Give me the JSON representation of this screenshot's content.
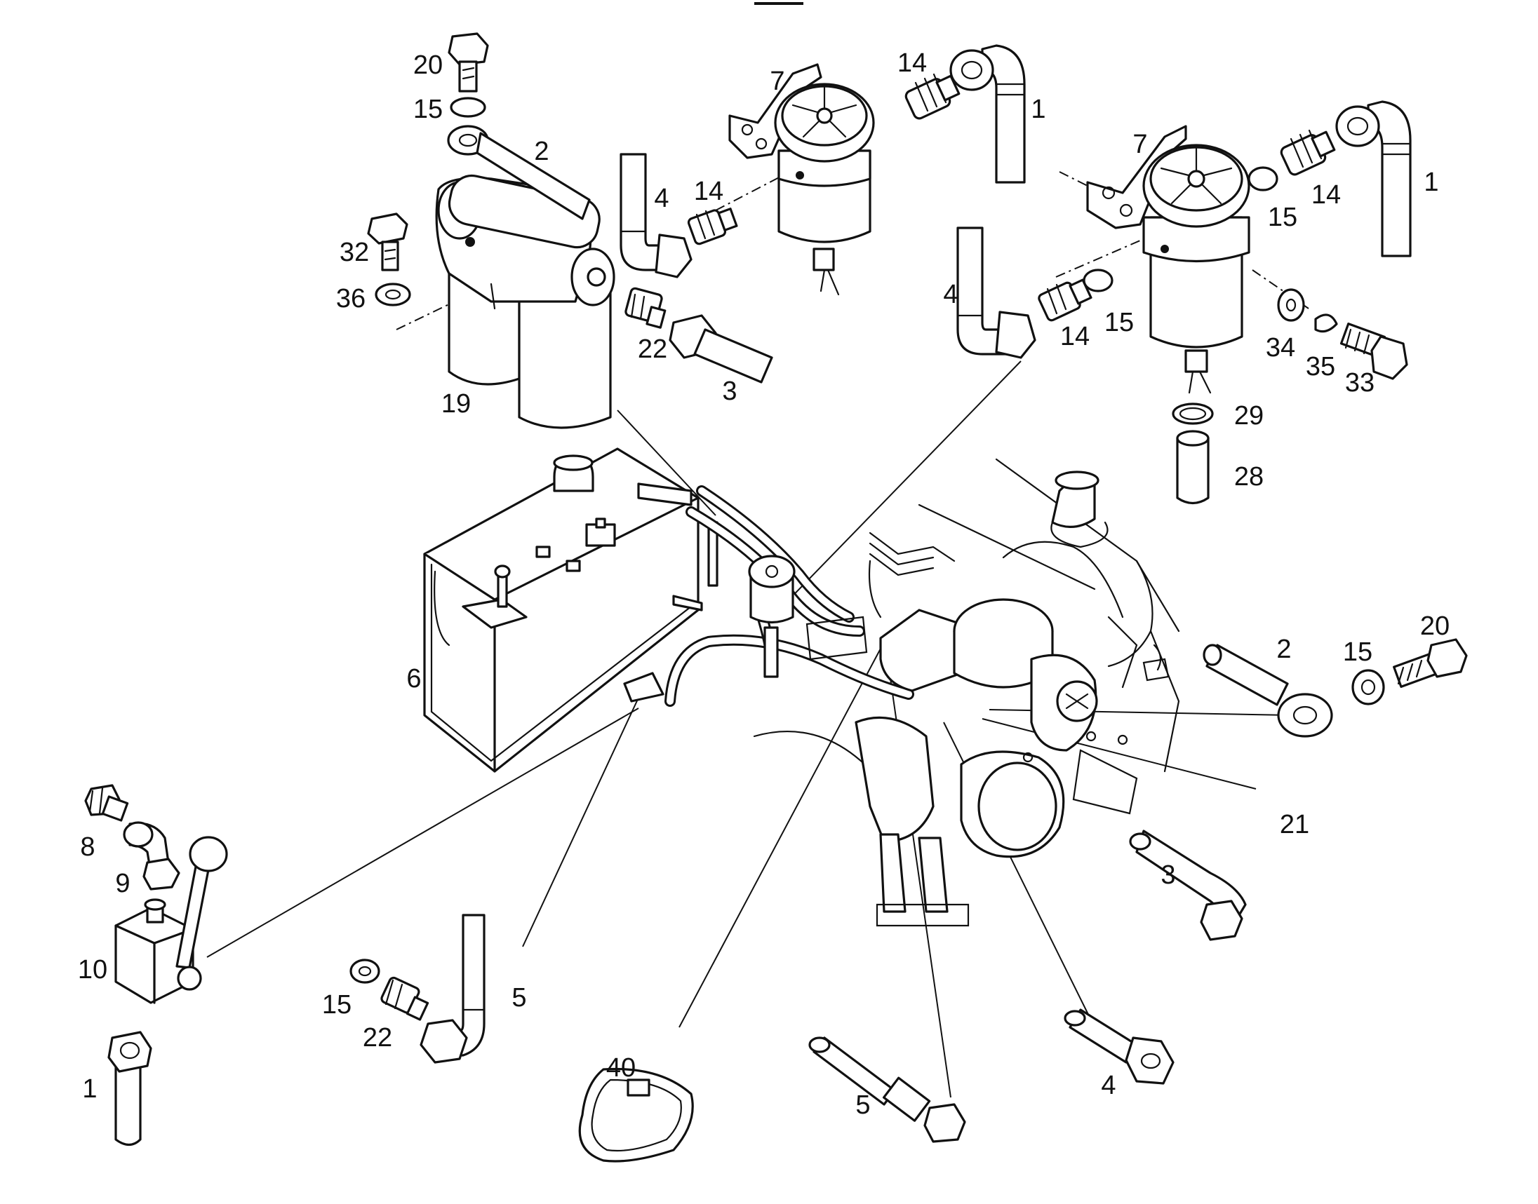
{
  "diagram": {
    "callouts": [
      {
        "id": "c20a",
        "text": "20"
      },
      {
        "id": "c15a",
        "text": "15"
      },
      {
        "id": "c2a",
        "text": "2"
      },
      {
        "id": "c32",
        "text": "32"
      },
      {
        "id": "c36",
        "text": "36"
      },
      {
        "id": "c19",
        "text": "19"
      },
      {
        "id": "c7a",
        "text": "7"
      },
      {
        "id": "c14a",
        "text": "14"
      },
      {
        "id": "c1a",
        "text": "1"
      },
      {
        "id": "c4a",
        "text": "4"
      },
      {
        "id": "c14b",
        "text": "14"
      },
      {
        "id": "c22a",
        "text": "22"
      },
      {
        "id": "c3a",
        "text": "3"
      },
      {
        "id": "c7b",
        "text": "7"
      },
      {
        "id": "c15b",
        "text": "15"
      },
      {
        "id": "c14c",
        "text": "14"
      },
      {
        "id": "c1b",
        "text": "1"
      },
      {
        "id": "c4b",
        "text": "4"
      },
      {
        "id": "c14d",
        "text": "14"
      },
      {
        "id": "c15c",
        "text": "15"
      },
      {
        "id": "c34",
        "text": "34"
      },
      {
        "id": "c35",
        "text": "35"
      },
      {
        "id": "c33",
        "text": "33"
      },
      {
        "id": "c29",
        "text": "29"
      },
      {
        "id": "c28",
        "text": "28"
      },
      {
        "id": "c6",
        "text": "6"
      },
      {
        "id": "c2b",
        "text": "2"
      },
      {
        "id": "c15d",
        "text": "15"
      },
      {
        "id": "c20b",
        "text": "20"
      },
      {
        "id": "c21",
        "text": "21"
      },
      {
        "id": "c8",
        "text": "8"
      },
      {
        "id": "c9",
        "text": "9"
      },
      {
        "id": "c10",
        "text": "10"
      },
      {
        "id": "c1c",
        "text": "1"
      },
      {
        "id": "c15e",
        "text": "15"
      },
      {
        "id": "c22b",
        "text": "22"
      },
      {
        "id": "c5a",
        "text": "5"
      },
      {
        "id": "c40",
        "text": "40"
      },
      {
        "id": "c5b",
        "text": "5"
      },
      {
        "id": "c3b",
        "text": "3"
      },
      {
        "id": "c4c",
        "text": "4"
      }
    ]
  }
}
